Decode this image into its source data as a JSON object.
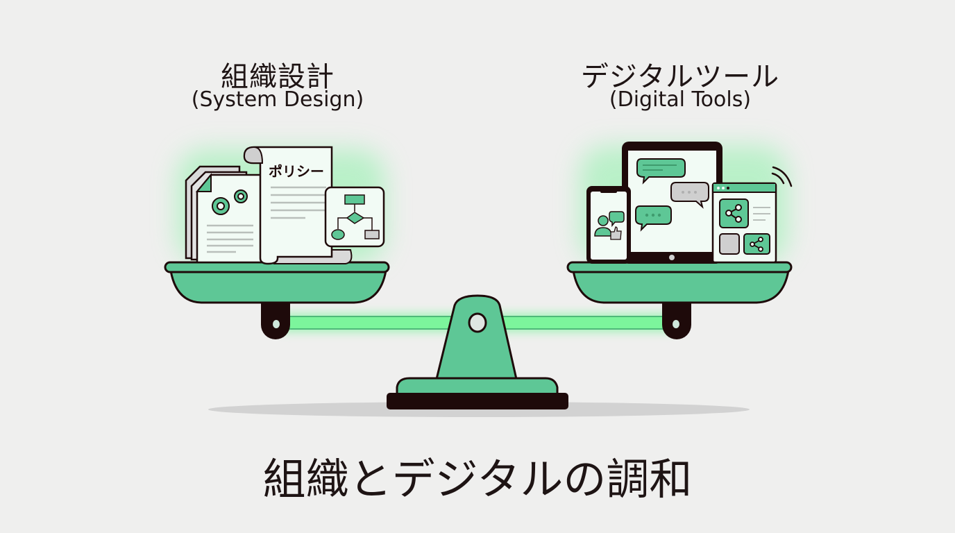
{
  "left_side": {
    "title_jp": "組織設計",
    "title_en": "(System Design)",
    "policy_doc_label": "ポリシー"
  },
  "right_side": {
    "title_jp": "デジタルツール",
    "title_en": "(Digital Tools)"
  },
  "bottom_title": "組織とデジタルの調和",
  "colors": {
    "green": "#5ec796",
    "glow": "#7cf59c",
    "outline": "#1e0a0a",
    "background": "#efefee",
    "paper": "#f2fbf5",
    "gray": "#cfcfcf"
  }
}
